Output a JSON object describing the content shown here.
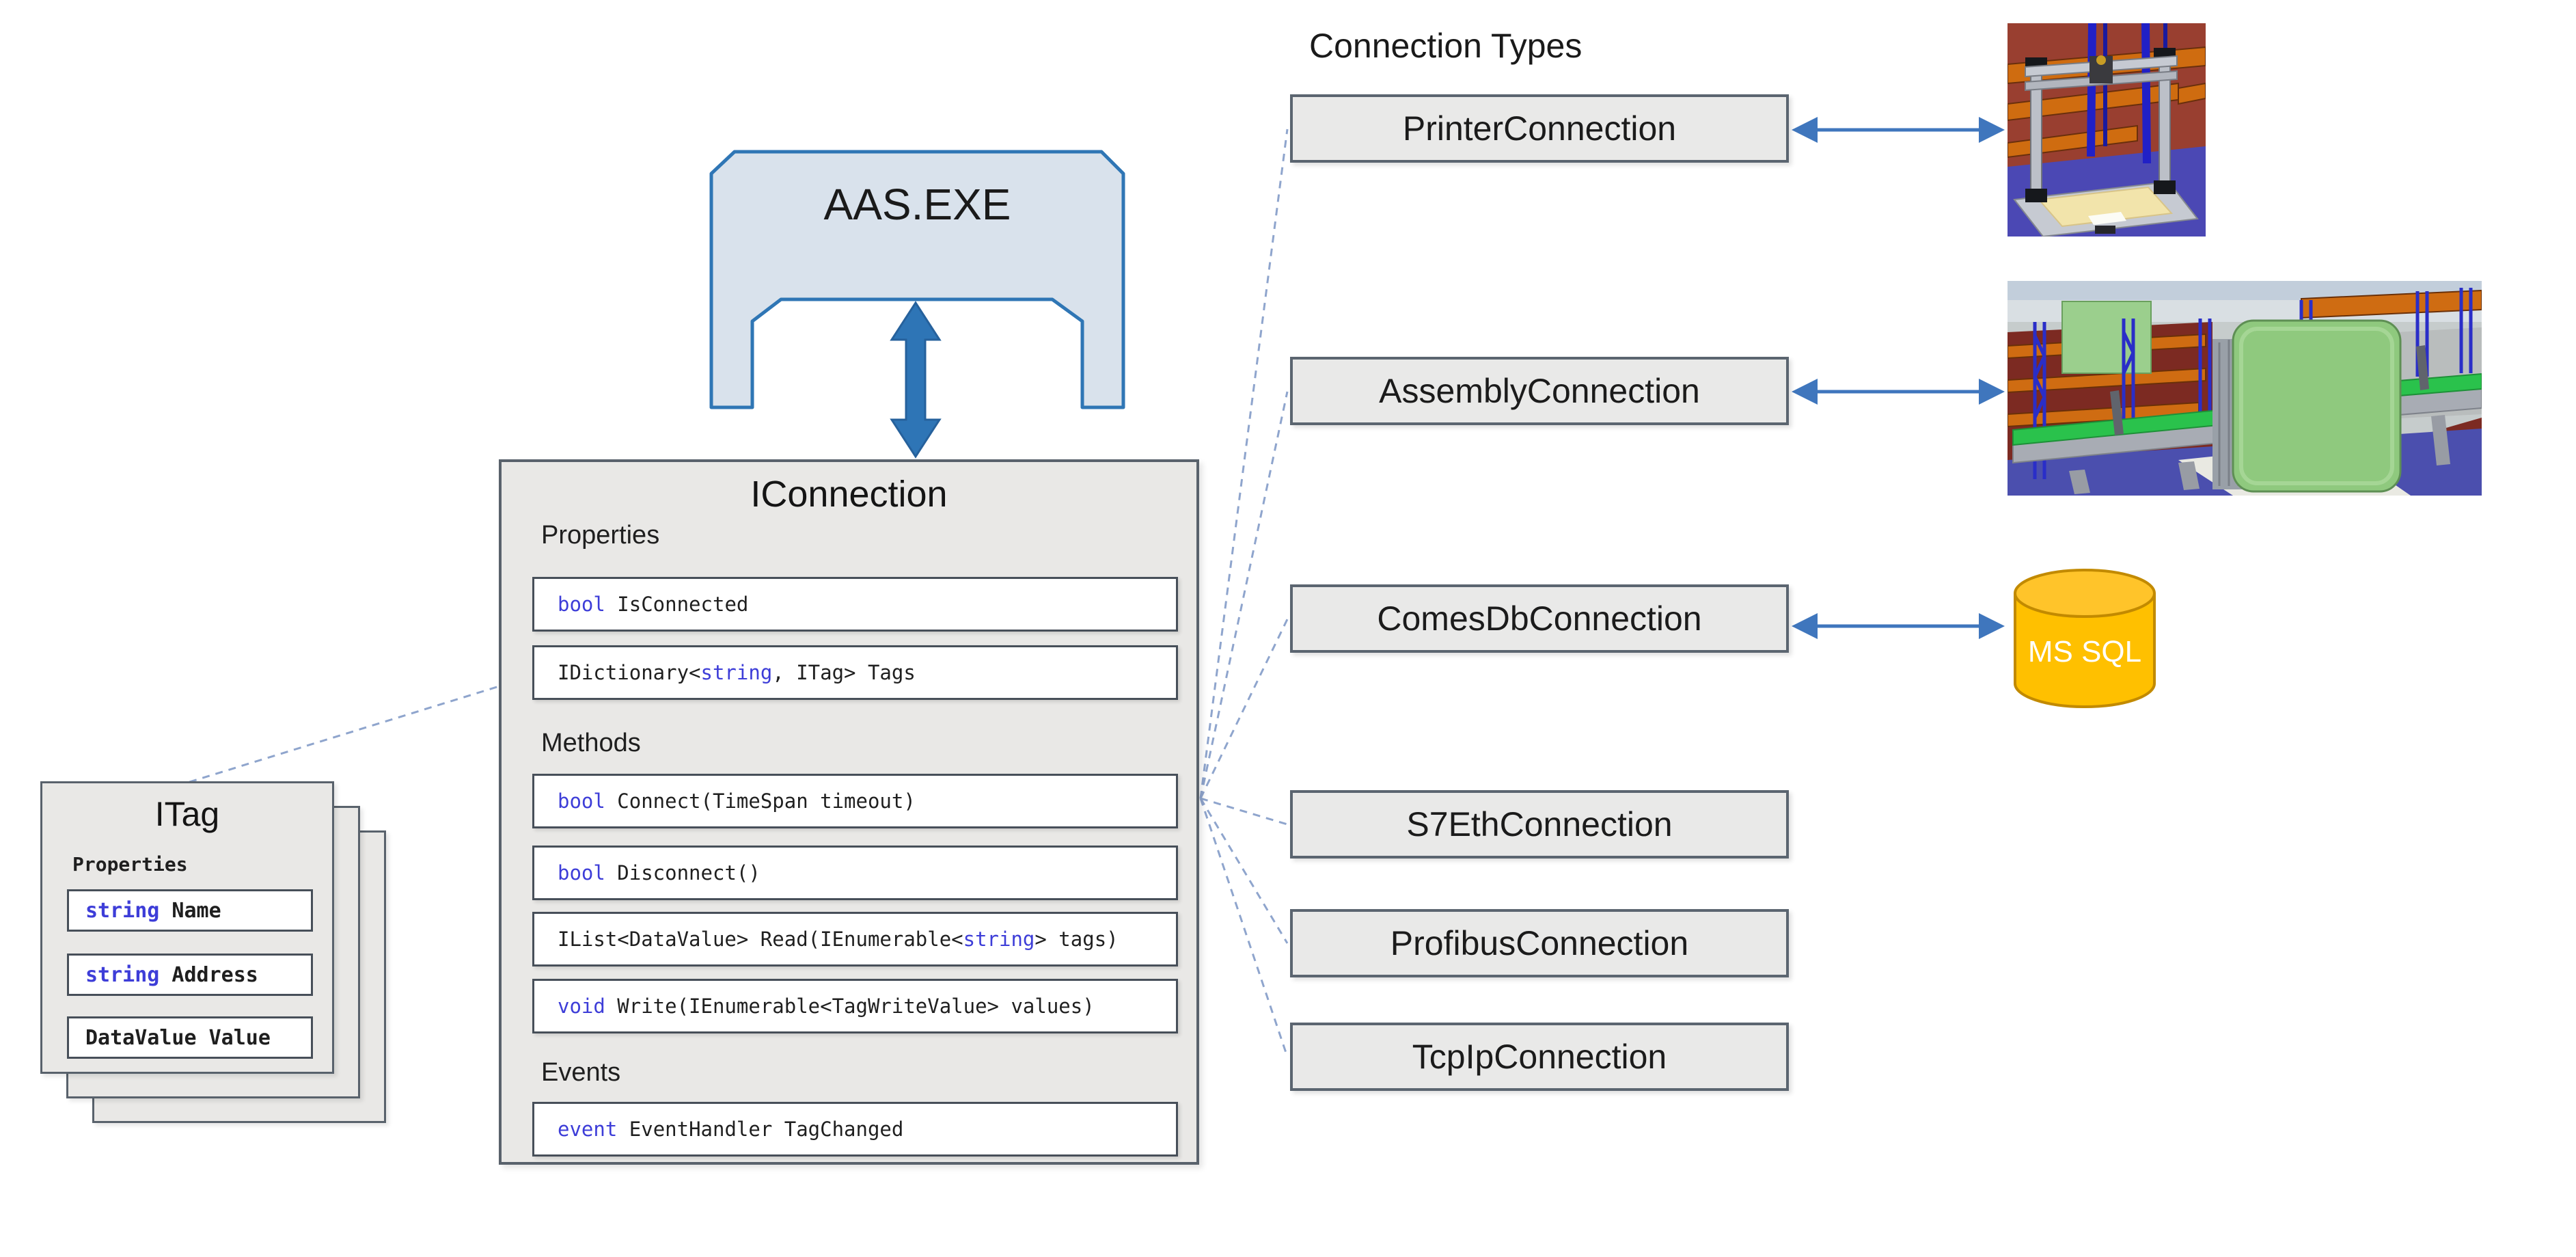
{
  "header": {
    "connection_types_label": "Connection Types"
  },
  "aas": {
    "label": "AAS.EXE"
  },
  "iconnection": {
    "title": "IConnection",
    "properties_label": "Properties",
    "methods_label": "Methods",
    "events_label": "Events",
    "rows": {
      "is_connected": {
        "pre": "",
        "keyword": "bool",
        "rest": " IsConnected"
      },
      "tags": {
        "pre": "IDictionary<",
        "keyword": "string",
        "rest": ", ITag> Tags"
      },
      "connect": {
        "pre": "",
        "keyword": "bool",
        "rest": " Connect(TimeSpan timeout)"
      },
      "disconnect": {
        "pre": "",
        "keyword": "bool",
        "rest": " Disconnect()"
      },
      "read": {
        "pre": "IList<DataValue> Read(IEnumerable<",
        "keyword": "string",
        "rest": "> tags)"
      },
      "write": {
        "pre": "",
        "keyword": "void",
        "rest": " Write(IEnumerable<TagWriteValue> values)"
      },
      "tag_changed": {
        "pre": "",
        "keyword": "event",
        "rest": " EventHandler TagChanged"
      }
    }
  },
  "itag": {
    "title": "ITag",
    "properties_label": "Properties",
    "rows": {
      "name": {
        "pre": "",
        "keyword": "string",
        "rest": " Name"
      },
      "address": {
        "pre": "",
        "keyword": "string",
        "rest": " Address"
      },
      "value": {
        "pre": "DataValue Value",
        "keyword": "",
        "rest": ""
      }
    }
  },
  "connection_types": [
    {
      "id": "printer",
      "label": "PrinterConnection"
    },
    {
      "id": "assembly",
      "label": "AssemblyConnection"
    },
    {
      "id": "comesdb",
      "label": "ComesDbConnection"
    },
    {
      "id": "s7eth",
      "label": "S7EthConnection"
    },
    {
      "id": "profibus",
      "label": "ProfibusConnection"
    },
    {
      "id": "tcpip",
      "label": "TcpIpConnection"
    }
  ],
  "database": {
    "label": "MS SQL"
  },
  "icons": {
    "aas_arrow": "bidirectional-vertical-arrow",
    "link_arrow": "bidirectional-horizontal-arrow",
    "database": "database-cylinder"
  },
  "colors": {
    "accent_blue": "#2e75b6",
    "arrow_blue": "#3f76bd",
    "keyword_blue": "#3d3dd8",
    "box_fill": "#e9e8e6",
    "box_border": "#59626c",
    "aas_fill": "#d9e2ec",
    "dashed_connector": "#8fa5cd",
    "db_orange": "#ffc000",
    "db_border": "#c28a00"
  }
}
